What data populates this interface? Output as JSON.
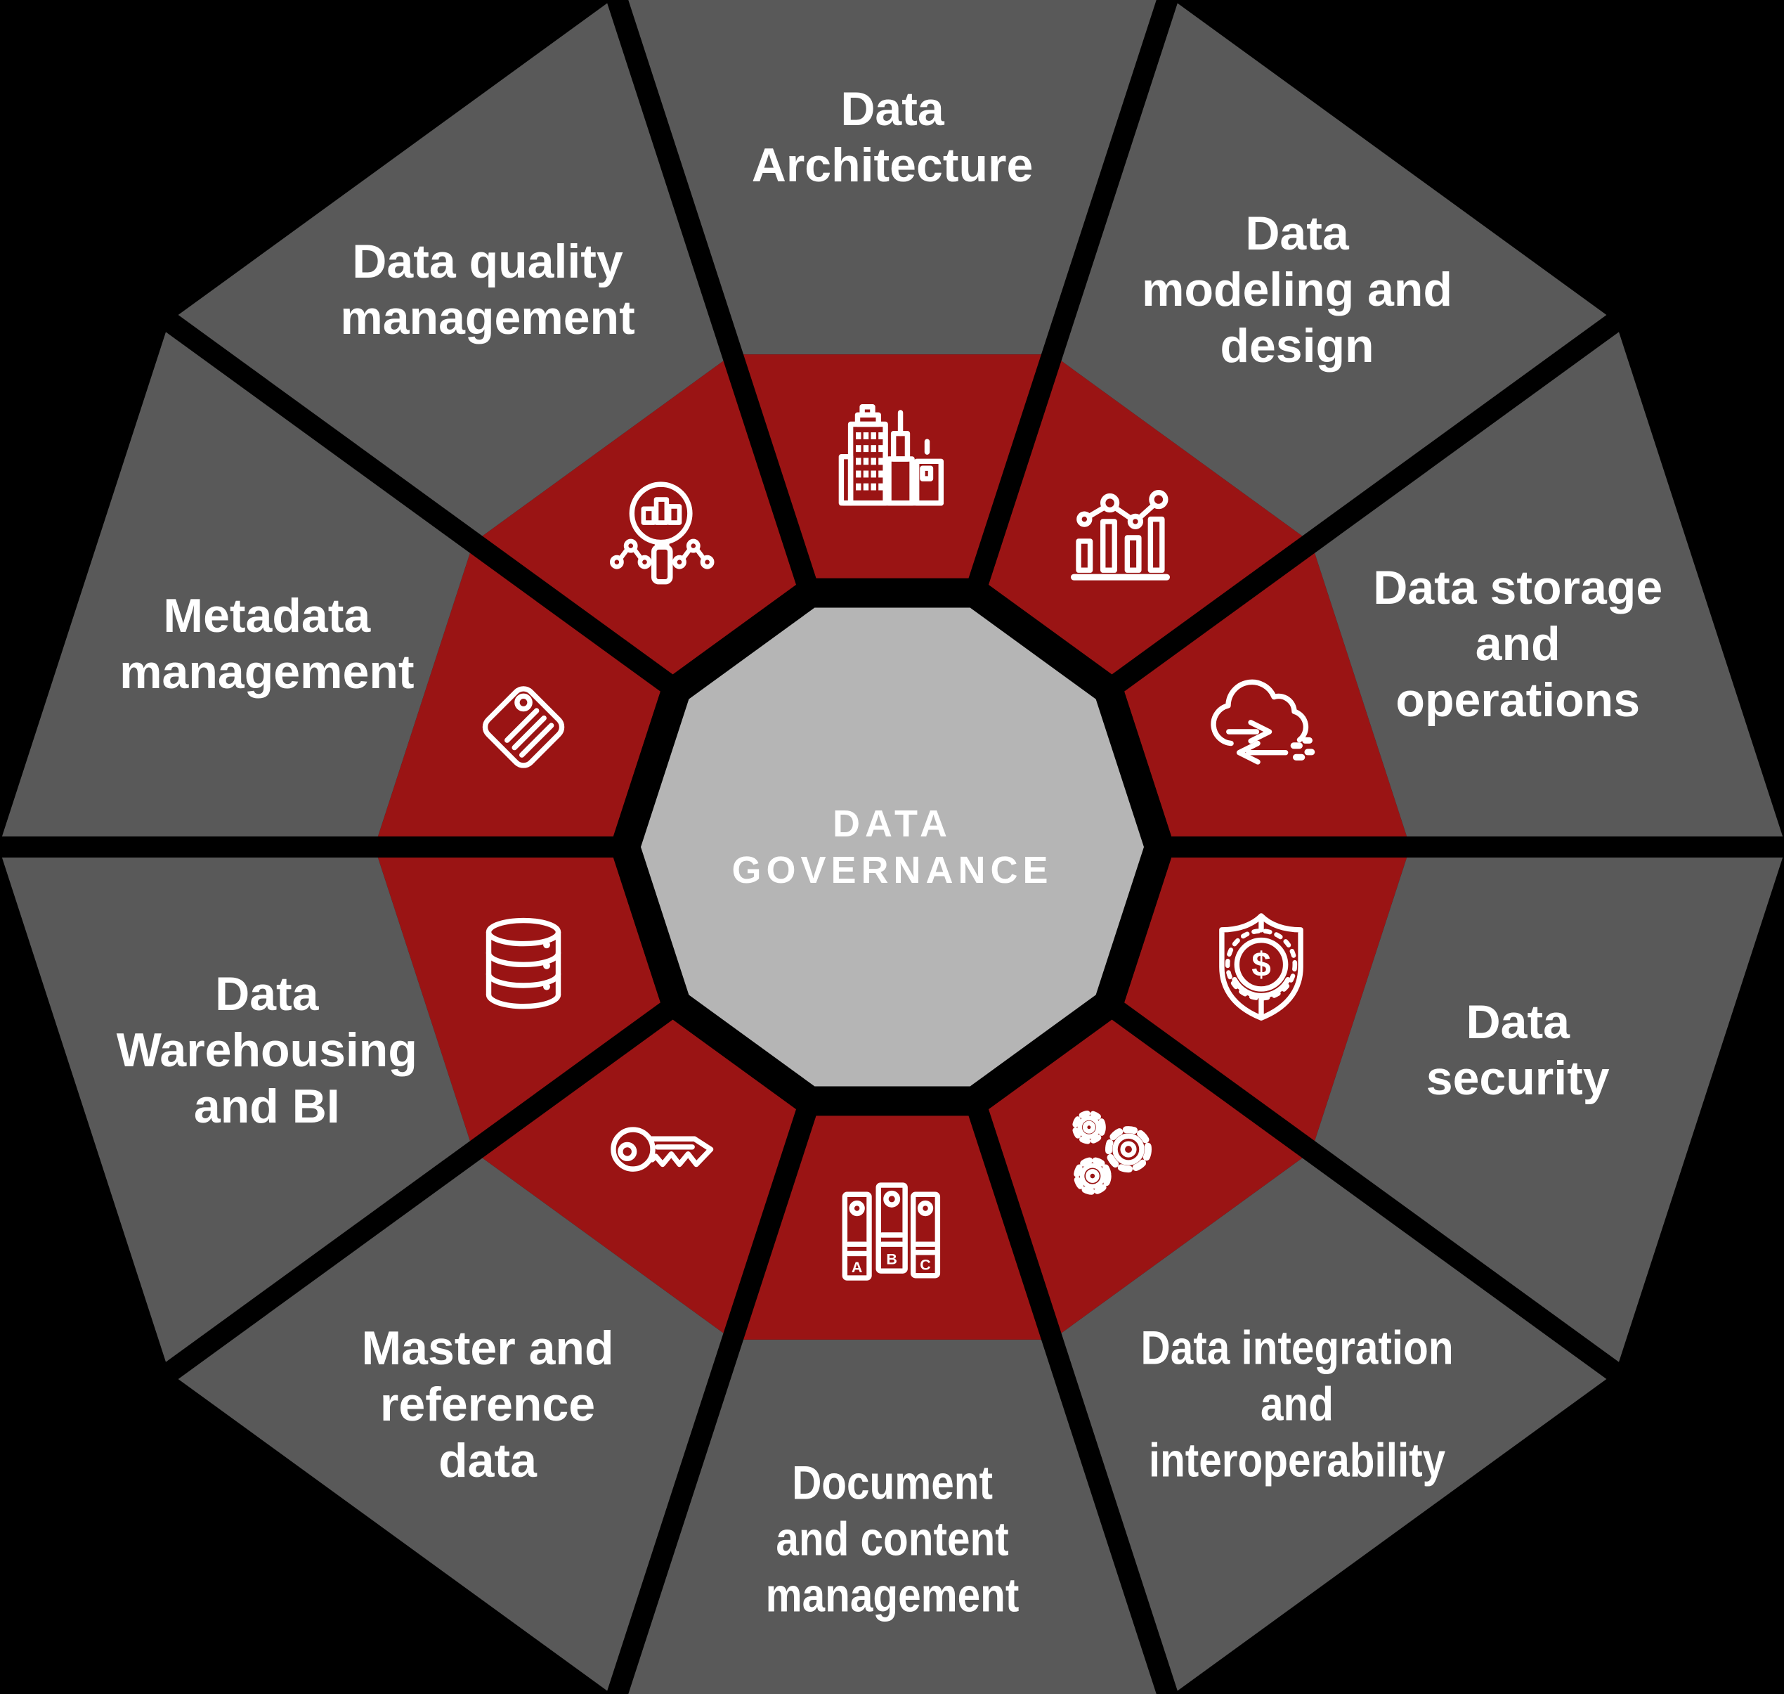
{
  "colors": {
    "background": "#000000",
    "outer_segment": "#595959",
    "ring_segment": "#9A1414",
    "center_polygon": "#B5B5B5",
    "text": "#FFFFFF",
    "gap": "#000000"
  },
  "center": {
    "lines": [
      "DATA",
      "GOVERNANCE"
    ]
  },
  "segments": [
    {
      "lines": [
        "Data",
        "Architecture"
      ],
      "icon": "city-buildings-icon",
      "condensed": false
    },
    {
      "lines": [
        "Data",
        "modeling and",
        "design"
      ],
      "icon": "bar-line-chart-icon",
      "condensed": false
    },
    {
      "lines": [
        "Data storage",
        "and",
        "operations"
      ],
      "icon": "cloud-transfer-icon",
      "condensed": false
    },
    {
      "lines": [
        "Data",
        "security"
      ],
      "icon": "shield-dollar-icon",
      "condensed": false
    },
    {
      "lines": [
        "Data integration",
        "and",
        "interoperability"
      ],
      "icon": "gears-icon",
      "condensed": true
    },
    {
      "lines": [
        "Document",
        "and content",
        "management"
      ],
      "icon": "binders-abc-icon",
      "condensed": true
    },
    {
      "lines": [
        "Master and",
        "reference",
        "data"
      ],
      "icon": "key-icon",
      "condensed": false
    },
    {
      "lines": [
        "Data",
        "Warehousing",
        "and BI"
      ],
      "icon": "database-icon",
      "condensed": false
    },
    {
      "lines": [
        "Metadata",
        "management"
      ],
      "icon": "tag-icon",
      "condensed": false
    },
    {
      "lines": [
        "Data quality",
        "management"
      ],
      "icon": "magnifier-chart-icon",
      "condensed": false
    }
  ]
}
